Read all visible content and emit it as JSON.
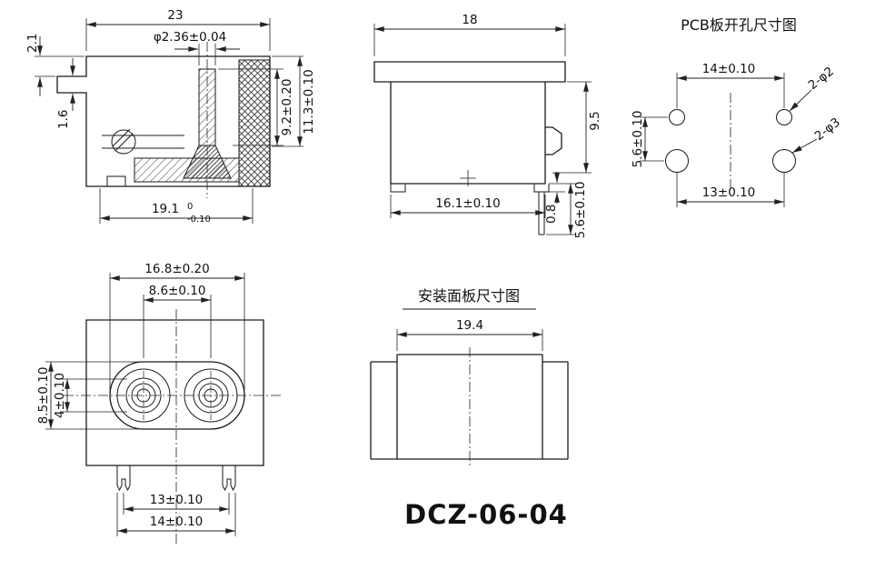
{
  "title": "DCZ-06-04",
  "side_view": {
    "dim_width": "23",
    "dim_pin": "φ2.36±0.04",
    "dim_step": "2.1",
    "dim_tab": "1.6",
    "dim_pin_height": "9.2±0.20",
    "dim_body_height": "11.3±0.10",
    "dim_base": "19.1",
    "dim_base_tol_top": "0",
    "dim_base_tol_bottom": "-0.10"
  },
  "front_view": {
    "dim_cap": "18",
    "dim_height": "9.5",
    "dim_body": "16.1±0.10",
    "dim_leg_offset": "0.8",
    "dim_leg": "5.6±0.10"
  },
  "pcb_view": {
    "heading": "PCB板开孔尺寸图",
    "dim_top": "14±0.10",
    "dim_side": "5.6±0.10",
    "dim_bottom": "13±0.10",
    "label_small_holes": "2-φ2",
    "label_large_holes": "2-φ3"
  },
  "face_view": {
    "dim_outer_width": "16.8±0.20",
    "dim_pitch": "8.6±0.10",
    "dim_height": "8.5±0.10",
    "dim_inner": "4±0.10",
    "dim_pins": "13±0.10",
    "dim_feet": "14±0.10"
  },
  "panel_view": {
    "heading": "安装面板尺寸图",
    "dim_width": "19.4"
  },
  "colors": {
    "line": "#1a1a1a",
    "background": "#ffffff"
  }
}
